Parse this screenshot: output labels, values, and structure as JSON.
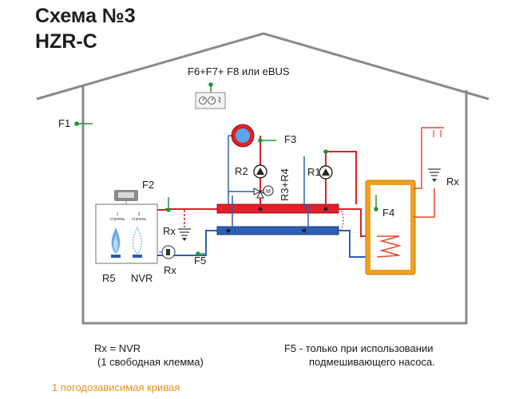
{
  "title": {
    "line1": "Схема №3",
    "line2": "HZR-C"
  },
  "labels": {
    "f6_f7_f8": "F6+F7+ F8 или eBUS",
    "f1": "F1",
    "f2": "F2",
    "f3": "F3",
    "f4": "F4",
    "f5": "F5",
    "r1": "R1",
    "r2": "R2",
    "r3r4": "R3+R4",
    "r5": "R5",
    "nvr": "NVR",
    "rx_left_upper": "Rx",
    "rx_left_lower": "Rx",
    "rx_right": "Rx",
    "stage1_num": "1",
    "stage1_word": "ступень",
    "stage2_num": "2",
    "stage2_word": "ступень",
    "mixer_motor": "M"
  },
  "notes": {
    "left_line1": "Rx = NVR",
    "left_line2": "(1 свободная клемма)",
    "right_line1": "F5 - только при использовании",
    "right_line2": "подмешивающего насоса."
  },
  "footer": "1 погодозависимая кривая",
  "colors": {
    "house_outline": "#8a8a8a",
    "sensor_dot": "#1a9a3a",
    "supply_red": "#e0202a",
    "return_blue": "#2f5fb0",
    "boiler_tank_orange": "#f0a020",
    "dhw_red": "#e84a2a",
    "footer_orange": "#e8901a"
  },
  "icons": {
    "controller": "controller-icon",
    "boiler": "boiler-icon",
    "flame_stage1": "flame-icon",
    "flame_stage2": "flame-outline-icon",
    "pump": "pump-icon",
    "mixer_valve": "mixing-valve-icon",
    "room_sensor": "room-thermostat-icon",
    "tap": "hot-water-tap-icon",
    "buffer_tank": "hydraulic-separator-icon",
    "dhw_tank": "water-heater-icon"
  }
}
